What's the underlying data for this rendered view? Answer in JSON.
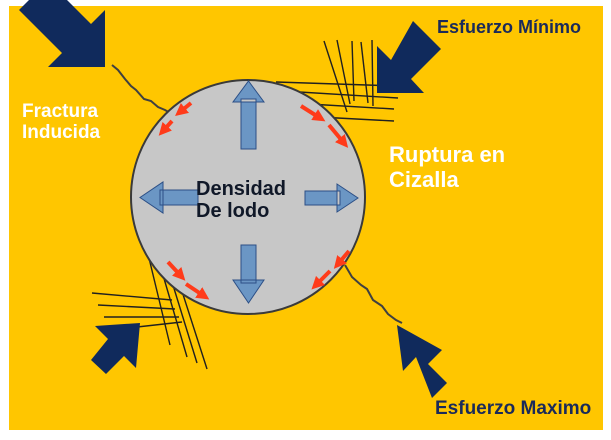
{
  "labels": {
    "min_stress": "Esfuerzo Mínimo",
    "max_stress": "Esfuerzo Maximo",
    "induced_fracture_line1": "Fractura",
    "induced_fracture_line2": "Inducida",
    "shear_rupture_line1": "Ruptura en",
    "shear_rupture_line2": "Cizalla",
    "mud_density_line1": "Densidad",
    "mud_density_line2": "De lodo"
  },
  "colors": {
    "background": "#ffc600",
    "frame": "#ffffff",
    "borehole_fill": "#c7c7c7",
    "borehole_outline": "#3a3a3a",
    "stress_arrow": "#102a5c",
    "mud_arrow": "#6b96c4",
    "shear_arrow": "#ff3b1a",
    "label_navy": "#1a2a5a",
    "label_white": "#ffffff"
  },
  "icons": {
    "stress_arrow": "thick-navy-arrow",
    "mud_pressure_arrow": "blue-outward-arrow",
    "shear_arrow": "dashed-red-arrow"
  }
}
